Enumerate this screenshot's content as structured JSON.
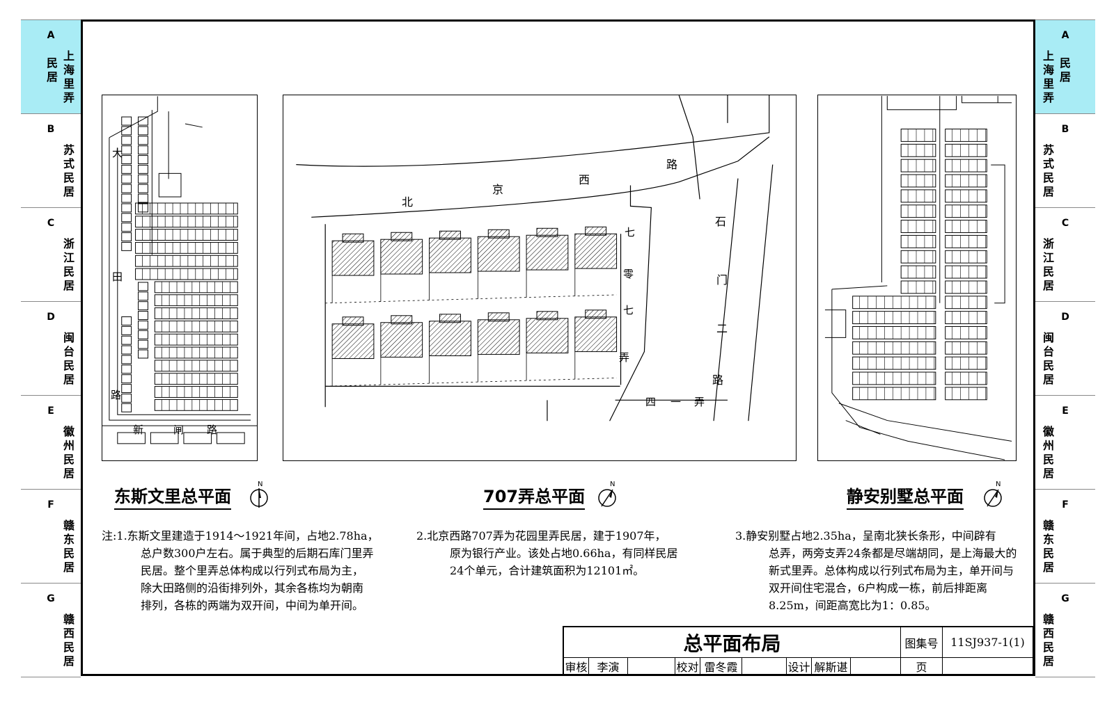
{
  "side_tabs": [
    {
      "letter": "A",
      "cols": [
        "民居",
        "上海里弄"
      ],
      "active": true
    },
    {
      "letter": "B",
      "cols": [
        "苏式民居"
      ],
      "active": false
    },
    {
      "letter": "C",
      "cols": [
        "浙江民居"
      ],
      "active": false
    },
    {
      "letter": "D",
      "cols": [
        "闽台民居"
      ],
      "active": false
    },
    {
      "letter": "E",
      "cols": [
        "徽州民居"
      ],
      "active": false
    },
    {
      "letter": "F",
      "cols": [
        "赣东民居"
      ],
      "active": false
    },
    {
      "letter": "G",
      "cols": [
        "赣西民居"
      ],
      "active": false
    }
  ],
  "side_tabs_right": [
    {
      "letter": "A",
      "cols": [
        "上海里弄",
        "民居"
      ],
      "active": true
    },
    {
      "letter": "B",
      "cols": [
        "苏式民居"
      ],
      "active": false
    },
    {
      "letter": "C",
      "cols": [
        "浙江民居"
      ],
      "active": false
    },
    {
      "letter": "D",
      "cols": [
        "闽台民居"
      ],
      "active": false
    },
    {
      "letter": "E",
      "cols": [
        "徽州民居"
      ],
      "active": false
    },
    {
      "letter": "F",
      "cols": [
        "赣东民居"
      ],
      "active": false
    },
    {
      "letter": "G",
      "cols": [
        "赣西民居"
      ],
      "active": false
    }
  ],
  "plans": {
    "left": {
      "title": "东斯文里总平面",
      "road_vertical": [
        "大",
        "田",
        "路"
      ],
      "road_bottom": [
        "新",
        "闸",
        "路"
      ]
    },
    "center": {
      "title": "707弄总平面",
      "road_top": [
        "北",
        "京",
        "西",
        "路"
      ],
      "road_right": [
        "石",
        "门",
        "二",
        "路"
      ],
      "lane_vertical": [
        "七",
        "零",
        "七",
        "弄"
      ],
      "lane_bottom": [
        "四",
        "一",
        "弄"
      ]
    },
    "right": {
      "title": "静安别墅总平面"
    },
    "north_label": "N"
  },
  "notes": {
    "n1": [
      "注:1.东斯文里建造于1914～1921年间，占地2.78ha，",
      "总户数300户左右。属于典型的后期石库门里弄",
      "民居。整个里弄总体构成以行列式布局为主，",
      "除大田路侧的沿街排列外，其余各栋均为朝南",
      "排列，各栋的两端为双开间，中间为单开间。"
    ],
    "n2": [
      "2.北京西路707弄为花园里弄民居，建于1907年，",
      "原为银行产业。该处占地0.66ha，有同样民居",
      "24个单元，合计建筑面积为12101㎡。"
    ],
    "n3": [
      "3.静安别墅占地2.35ha，呈南北狭长条形，中间辟有",
      "总弄，两旁支弄24条都是尽端胡同，是上海最大的",
      "新式里弄。总体构成以行列式布局为主，单开间与",
      "双开间住宅混合，6户构成一栋，前后排距离",
      "8.25m，间距高宽比为1：0.85。"
    ]
  },
  "title_block": {
    "title": "总平面布局",
    "atlas_label": "图集号",
    "atlas_no": "11SJ937-1(1)",
    "review_label": "审核",
    "review_name": "李演",
    "check_label": "校对",
    "check_name": "雷冬霞",
    "design_label": "设计",
    "design_name": "解斯谌",
    "page_label": "页"
  }
}
